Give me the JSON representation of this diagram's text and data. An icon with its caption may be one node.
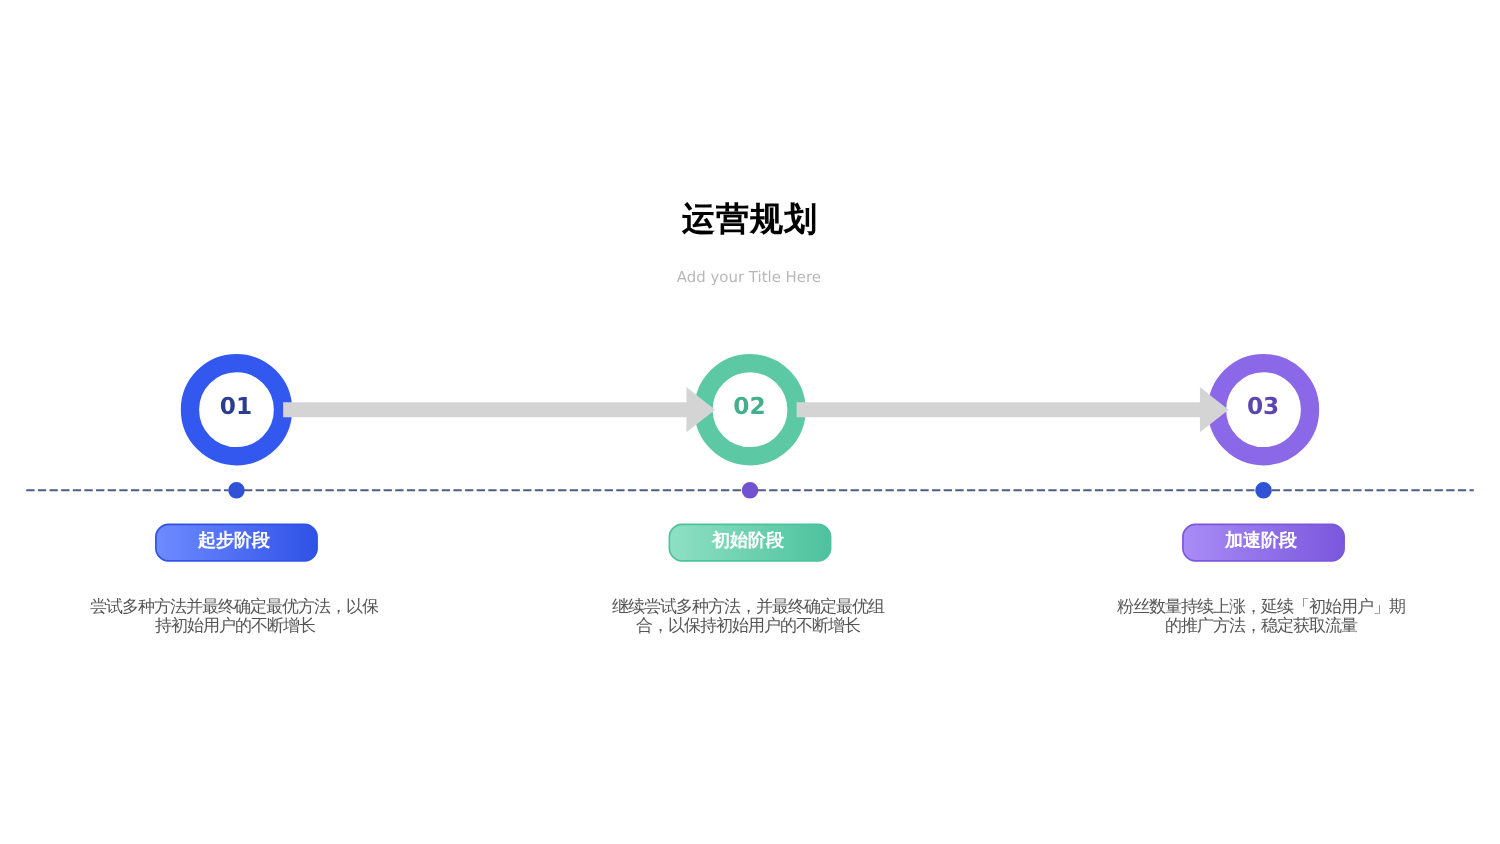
{
  "diagram": {
    "title": "运营规划",
    "nodes": [
      {
        "text": [
          "01"
        ]
      },
      {
        "text": [],
        "shape": "circle"
      },
      {
        "text": [
          "起步阶段"
        ],
        "beside": [
          "尝试多种方法并最终确定最优方法，以保持初始用户的不断增长"
        ]
      },
      {
        "text": [
          "02"
        ]
      },
      {
        "text": [],
        "shape": "circle"
      },
      {
        "text": [
          "初始阶段"
        ],
        "beside": [
          "继续尝试多种方法，并最终确定最优组合，以保持初始用户的不断增长"
        ]
      },
      {
        "text": [
          "03"
        ]
      },
      {
        "text": [],
        "shape": "circle"
      },
      {
        "text": [
          "加速阶段"
        ],
        "beside": [
          "粉丝数量持续上涨，延续「初始用户」期的推广方法，稳定获取流量"
        ]
      }
    ],
    "edges": [
      {
        "from": 0,
        "to": 3,
        "arrow": "to",
        "style": "thick",
        "color": "#d4d4d4"
      },
      {
        "from": 3,
        "to": 6,
        "arrow": "to",
        "style": "thick",
        "color": "#d4d4d4"
      },
      {
        "from": null,
        "to": 1,
        "arrow": "none",
        "style": "dashed"
      },
      {
        "from": 1,
        "to": 4,
        "arrow": "none",
        "style": "dashed"
      },
      {
        "from": 4,
        "to": 7,
        "arrow": "none",
        "style": "dashed"
      },
      {
        "from": 7,
        "to": null,
        "arrow": "none",
        "style": "dashed"
      }
    ],
    "labels": [
      "Add your Title Here"
    ]
  }
}
